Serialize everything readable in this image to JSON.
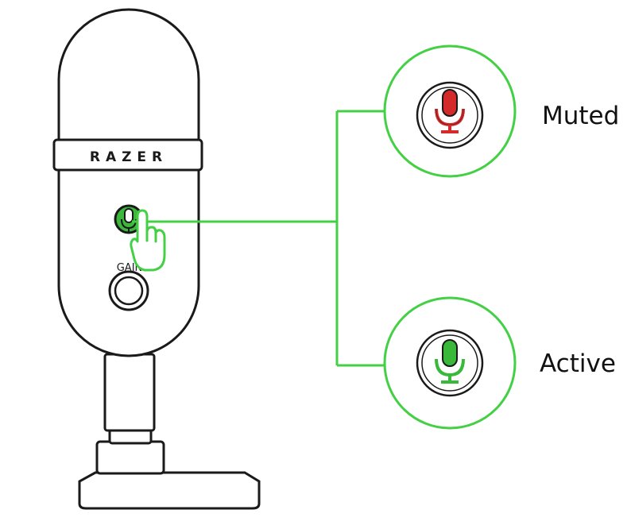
{
  "brand": {
    "logo_text": "RAZER"
  },
  "device": {
    "gain_label": "GAIN"
  },
  "states": [
    {
      "label": "Muted",
      "icon": "microphone-muted-icon",
      "color": "#d42a2a"
    },
    {
      "label": "Active",
      "icon": "microphone-active-icon",
      "color": "#39b83a"
    }
  ],
  "colors": {
    "connector": "#44d044",
    "outline": "#1a1a1a",
    "mute_button_fill": "#3cb83c"
  }
}
